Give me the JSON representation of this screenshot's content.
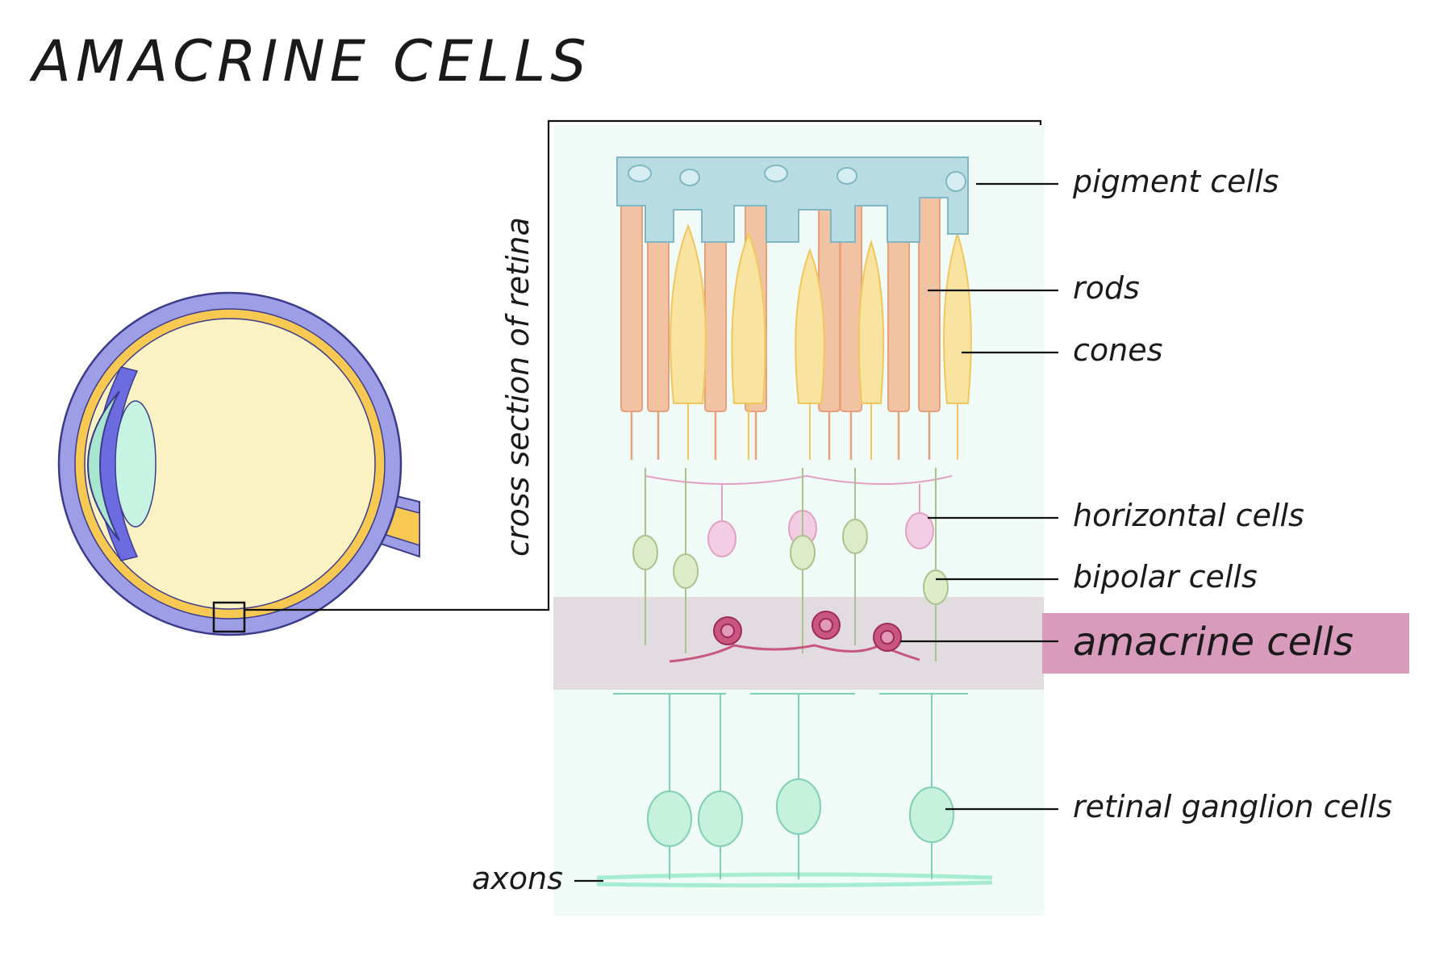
{
  "title": "AMACRINE CELLS",
  "section_label": "cross section of retina",
  "labels": {
    "pigment": "pigment cells",
    "rods": "rods",
    "cones": "cones",
    "horizontal": "horizontal cells",
    "bipolar": "bipolar cells",
    "amacrine": "amacrine cells",
    "ganglion": "retinal ganglion cells",
    "axons": "axons"
  },
  "colors": {
    "panel": "#f0faf7",
    "pigment": "#b9dce3",
    "rod": "#f2c3a2",
    "cone": "#f8e3a0",
    "horizontal": "#f3cde3",
    "bipolar": "#deebc8",
    "amacrine": "#c8567f",
    "amacrine_band": "#e2dbe0",
    "amacrine_label_bg": "#d99bbb",
    "ganglion": "#c6f2dd",
    "sclera": "#9e9ee6",
    "retina_yellow": "#f7c852",
    "vitreous": "#fbf2c3",
    "cornea": "#a8e6cf",
    "lens": "#c7f4e2"
  }
}
